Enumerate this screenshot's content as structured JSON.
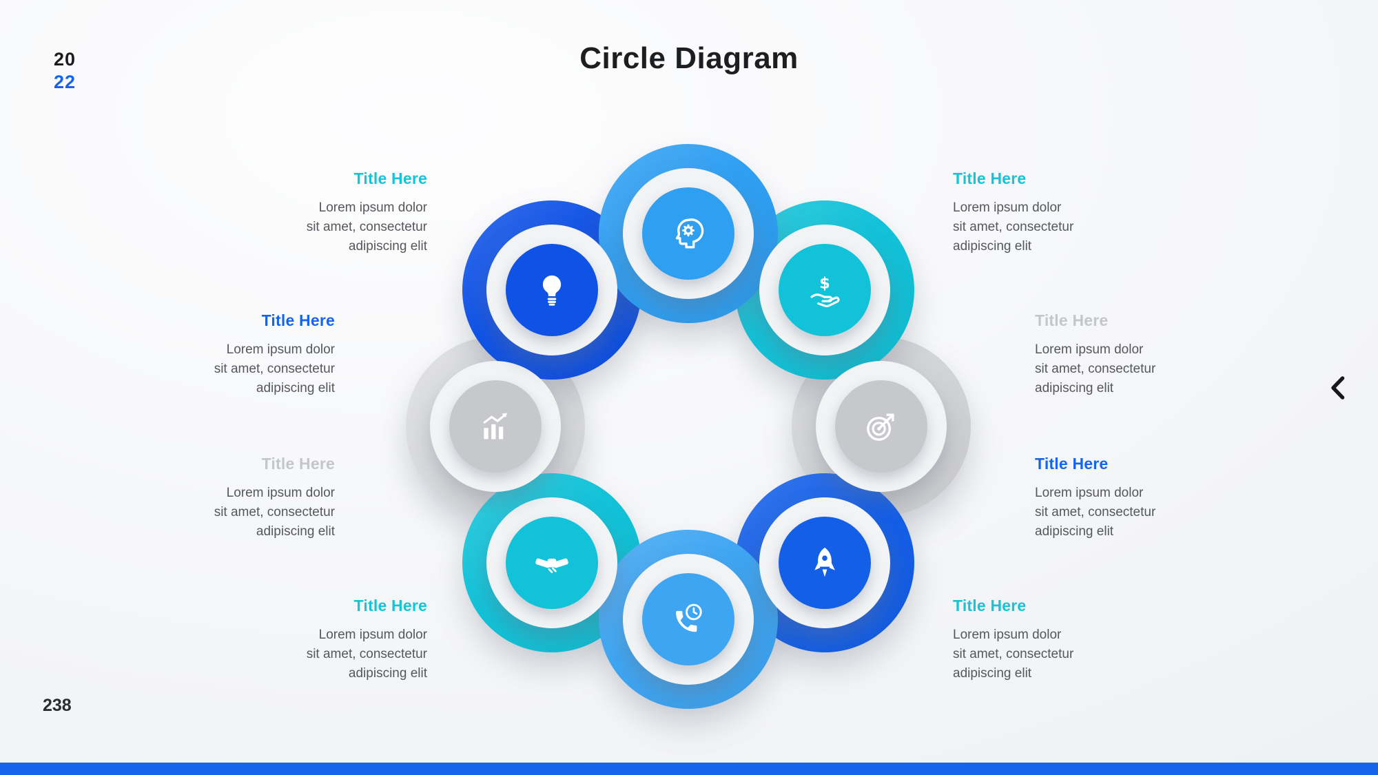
{
  "colors": {
    "accent_sky": "#2f9ff2",
    "accent_cyan": "#12c2d8",
    "accent_blue": "#1565ec",
    "accent_navy": "#0f52e6",
    "muted_gray": "#c7c8cc",
    "title_gray": "#c5c6ca",
    "text_dark": "#1d1e20",
    "text_body": "#56575b",
    "bottom_bar": "#1565ec"
  },
  "header": {
    "title": "Circle Diagram",
    "year_top": "20",
    "year_bottom": "22"
  },
  "footer": {
    "page_number": "238"
  },
  "nav": {
    "prev_icon": "chevron-left-icon"
  },
  "diagram": {
    "nodes": [
      {
        "position": "top",
        "icon": "mind-gear-icon",
        "color": "#2f9ff2",
        "petal_color": "#2f9ff2"
      },
      {
        "position": "top-right",
        "icon": "money-hand-icon",
        "color": "#12c2d8",
        "petal_color": "#12c2d8"
      },
      {
        "position": "right",
        "icon": "target-icon",
        "color": "#c7c8cc",
        "petal_color": "#d3d4d7"
      },
      {
        "position": "bottom-right",
        "icon": "rocket-icon",
        "color": "#145fe8",
        "petal_color": "#145fe8"
      },
      {
        "position": "bottom",
        "icon": "phone-clock-icon",
        "color": "#3ea5f2",
        "petal_color": "#3ea5f2"
      },
      {
        "position": "bottom-left",
        "icon": "handshake-icon",
        "color": "#12c2d8",
        "petal_color": "#12c2d8"
      },
      {
        "position": "left",
        "icon": "chart-icon",
        "color": "#c7c8cc",
        "petal_color": "#dadbde"
      },
      {
        "position": "top-left",
        "icon": "bulb-icon",
        "color": "#0f52e6",
        "petal_color": "#0f52e6"
      }
    ]
  },
  "labels": [
    {
      "id": "left-1",
      "title": "Title Here",
      "title_color": "#16c4d8",
      "body": "Lorem ipsum dolor\nsit amet, consectetur\nadipiscing elit"
    },
    {
      "id": "left-2",
      "title": "Title Here",
      "title_color": "#1565ec",
      "body": "Lorem ipsum dolor\nsit amet, consectetur\nadipiscing elit"
    },
    {
      "id": "left-3",
      "title": "Title Here",
      "title_color": "#c5c6ca",
      "body": "Lorem ipsum dolor\nsit amet, consectetur\nadipiscing elit"
    },
    {
      "id": "left-4",
      "title": "Title Here",
      "title_color": "#16c4d8",
      "body": "Lorem ipsum dolor\nsit amet, consectetur\nadipiscing elit"
    },
    {
      "id": "right-1",
      "title": "Title Here",
      "title_color": "#16c4d8",
      "body": "Lorem ipsum dolor\nsit amet, consectetur\nadipiscing elit"
    },
    {
      "id": "right-2",
      "title": "Title Here",
      "title_color": "#c5c6ca",
      "body": "Lorem ipsum dolor\nsit amet, consectetur\nadipiscing elit"
    },
    {
      "id": "right-3",
      "title": "Title Here",
      "title_color": "#1565ec",
      "body": "Lorem ipsum dolor\nsit amet, consectetur\nadipiscing elit"
    },
    {
      "id": "right-4",
      "title": "Title Here",
      "title_color": "#16c4d8",
      "body": "Lorem ipsum dolor\nsit amet, consectetur\nadipiscing elit"
    }
  ]
}
